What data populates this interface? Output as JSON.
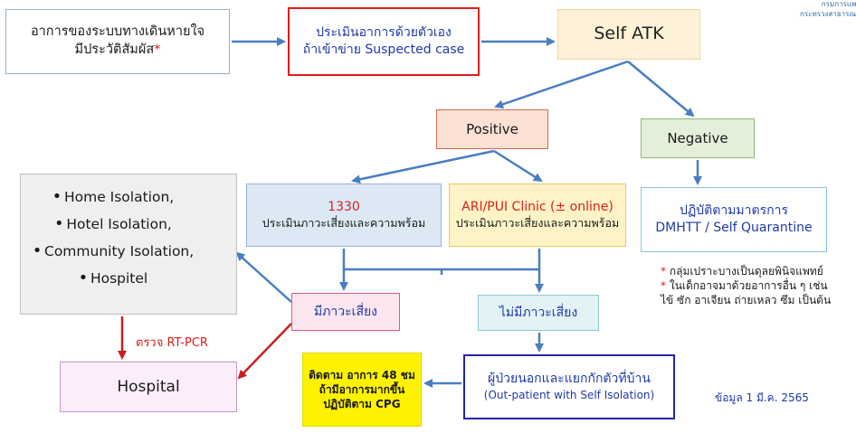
{
  "logo": {
    "line1": "กรมการแพทย์",
    "line2": "กระทรวงสาธารณสุข"
  },
  "nodes": {
    "symptoms": {
      "line1": "อาการของระบบทางเดินหายใจ",
      "line2": "มีประวัติสัมผัส",
      "mark": "*"
    },
    "assess": {
      "line1": "ประเมินอาการด้วยตัวเอง",
      "line2": "ถ้าเข้าข่าย Suspected case"
    },
    "atk": {
      "label": "Self ATK"
    },
    "positive": {
      "label": "Positive"
    },
    "negative": {
      "label": "Negative"
    },
    "hotline": {
      "line1": "1330",
      "line2": "ประเมินภาวะเสี่ยงและความพร้อม"
    },
    "ari": {
      "line1": "ARI/PUI Clinic (± online)",
      "line2": "ประเมินภาวะเสี่ยงและความพร้อม"
    },
    "measures": {
      "line1": "ปฏิบัติตามมาตรการ",
      "line2": "DMHTT / Self Quarantine"
    },
    "isolation": {
      "items": [
        "Home Isolation,",
        "Hotel Isolation,",
        "Community Isolation,",
        "Hospitel"
      ]
    },
    "risk": {
      "label": "มีภาวะเสี่ยง"
    },
    "norisk": {
      "label": "ไม่มีภาวะเสี่ยง"
    },
    "hospital": {
      "label": "Hospital"
    },
    "followup": {
      "line1": "ติดตาม อาการ 48 ชม",
      "line2": "ถ้ามีอาการมากขึ้น",
      "line3": "ปฏิบัติตาม CPG"
    },
    "outpatient": {
      "line1": "ผู้ป่วยนอกและแยกกักตัวที่บ้าน",
      "line2": "(Out-patient with Self Isolation)"
    }
  },
  "labels": {
    "pcr": "ตรวจ RT-PCR",
    "note_mark": "*",
    "note1": "กลุ่มเปราะบางเป็นดุลยพินิจแพทย์",
    "note2": "ในเด็กอาจมาด้วยอาการอื่น ๆ เช่น",
    "note3": "ไข้ ซัก อาเจียน ถ่ายเหลว ซึม เป็นต้น",
    "date": "ข้อมูล 1 มี.ค. 2565"
  },
  "colors": {
    "arrow_blue": "#4a7ec2",
    "arrow_red": "#c81e1e"
  }
}
